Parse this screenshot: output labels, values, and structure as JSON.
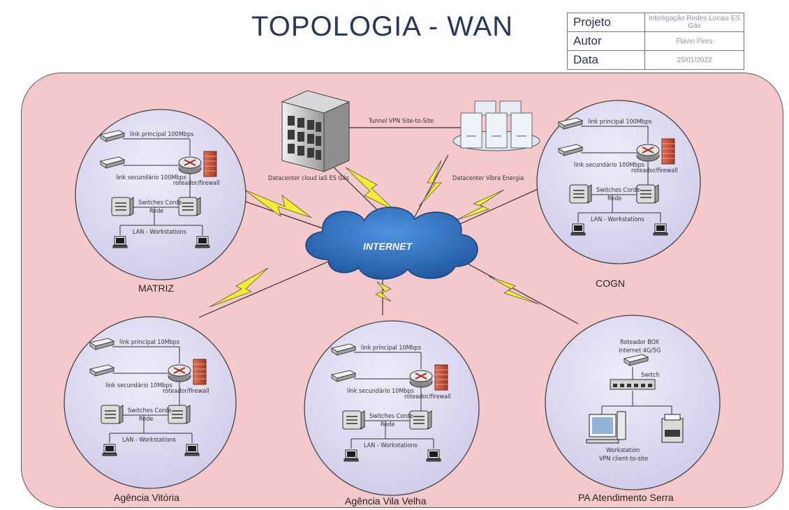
{
  "title": "TOPOLOGIA - WAN",
  "info": {
    "project_label": "Projeto",
    "project_value": "Interligação Redes Locais ES Gás",
    "author_label": "Autor",
    "author_value": "Flávio Pires",
    "date_label": "Data",
    "date_value": "25/01/2022"
  },
  "internet_label": "INTERNET",
  "vpn_label": "Tunnel VPN Site-to-Site",
  "datacenters": {
    "cloud_label": "Datacenter cloud IaS ES Gás",
    "vibra_label": "Datacenter Vibra Energia"
  },
  "sites": {
    "matriz": {
      "name": "MATRIZ",
      "link_primary": "link principal 100Mbps",
      "link_secondary": "link secundário 100Mbps",
      "router": "roteador/firewall",
      "switches": "Switches Corde",
      "rede": "Rede",
      "lan": "LAN - Workstations"
    },
    "cogn": {
      "name": "COGN",
      "link_primary": "link principal 100Mbps",
      "link_secondary": "link secundário 100Mbps",
      "router": "roteador/firewall",
      "switches": "Switches Corde",
      "rede": "Rede",
      "lan": "LAN - Workstations"
    },
    "vitoria": {
      "name": "Agência Vitória",
      "link_primary": "link principal 10Mbps",
      "link_secondary": "link secundário 10Mbps",
      "router": "roteador/firewall",
      "switches": "Switches Corde",
      "rede": "Rede",
      "lan": "LAN - Workstations"
    },
    "vilavelha": {
      "name": "Agência Vila Velha",
      "link_primary": "link principal 10Mbps",
      "link_secondary": "link secundário 10Mbps",
      "router": "roteador/firewall",
      "switches": "Switches Corde",
      "rede": "Rede",
      "lan": "LAN - Workstations"
    },
    "serra": {
      "name": "PA Atendimento Serra",
      "router_line1": "Roteador BOX",
      "router_line2": "Internet 4G/5G",
      "switch": "Switch",
      "ws_line1": "Workstation",
      "ws_line2": "VPN client-to-site"
    }
  },
  "colors": {
    "board": "#f5c8cc",
    "cloud": "#2f6fc2",
    "bolt": "#f4ef2b",
    "circle": "#dcd9f2"
  }
}
